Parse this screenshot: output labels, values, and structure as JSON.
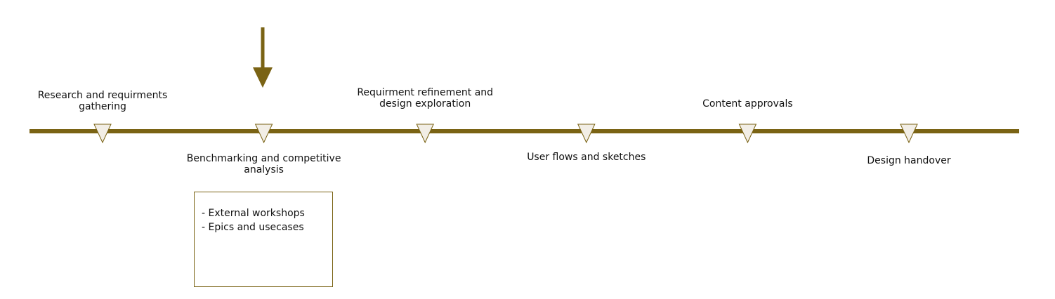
{
  "colors": {
    "timeline": "#7a6314",
    "marker_fill": "#f2eee6",
    "marker_stroke": "#7a6314",
    "pointer": "#7a6314",
    "text": "#111111"
  },
  "timeline": {
    "current_index": 1,
    "milestones": [
      {
        "label": "Research and requirments gathering",
        "side": "above"
      },
      {
        "label": "Benchmarking and competitive analysis",
        "side": "below"
      },
      {
        "label": "Requirment refinement and design exploration",
        "side": "above"
      },
      {
        "label": "User flows and sketches",
        "side": "below"
      },
      {
        "label": "Content approvals",
        "side": "above"
      },
      {
        "label": "Design handover",
        "side": "below"
      }
    ]
  },
  "notes": {
    "items": [
      "- External workshops",
      "- Epics and usecases"
    ]
  },
  "icons": {
    "pointer": "down-arrow-icon",
    "marker": "triangle-down-icon"
  }
}
